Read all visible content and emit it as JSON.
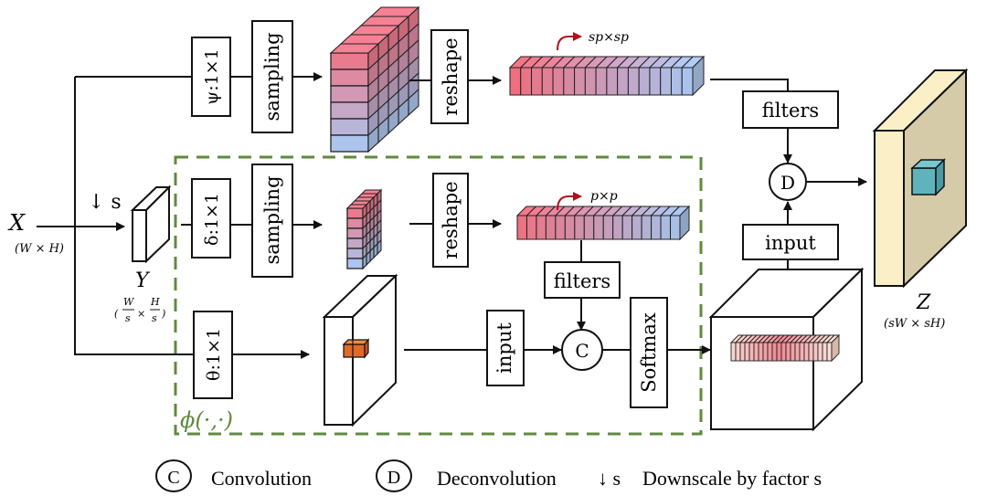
{
  "diagram": {
    "inputs": {
      "x_label": "X",
      "x_size": "(W × H)",
      "downscale_label": "↓ s",
      "y_label": "Y",
      "y_size_open": "(",
      "y_size_w": "W",
      "y_size_s1": "s",
      "y_size_times": "×",
      "y_size_h": "H",
      "y_size_s2": "s",
      "y_size_close": ")"
    },
    "top_branch": {
      "conv_label": "ψ:1×1",
      "sampling_label": "sampling",
      "reshape_label": "reshape",
      "vector_annotation": "sp×sp",
      "filters_label": "filters"
    },
    "middle_branch": {
      "conv_label": "δ:1×1",
      "sampling_label": "sampling",
      "reshape_label": "reshape",
      "vector_annotation": "p×p",
      "filters_label": "filters"
    },
    "bottom_branch": {
      "conv_label": "θ:1×1",
      "input_label": "input",
      "conv_op": "C",
      "softmax_label": "Softmax"
    },
    "phi_label": "ϕ(·,·)",
    "output": {
      "input_label": "input",
      "deconv_op": "D",
      "z_label": "Z",
      "z_size": "(sW × sH)"
    },
    "colors": {
      "dashed_box": "#5f8a3e",
      "kernel_red": "#e8707e",
      "kernel_blue": "#a9c0e6",
      "output_face": "#fbefc8",
      "output_side": "#d6cba8",
      "output_cube": "#5fb3bd",
      "patch_cube": "#e06a28",
      "arrow_red": "#b0101c"
    },
    "legend": [
      {
        "symbol": "C",
        "label": "Convolution"
      },
      {
        "symbol": "D",
        "label": "Deconvolution"
      },
      {
        "symbol": "↓ s",
        "label": "Downscale by factor s"
      }
    ]
  }
}
